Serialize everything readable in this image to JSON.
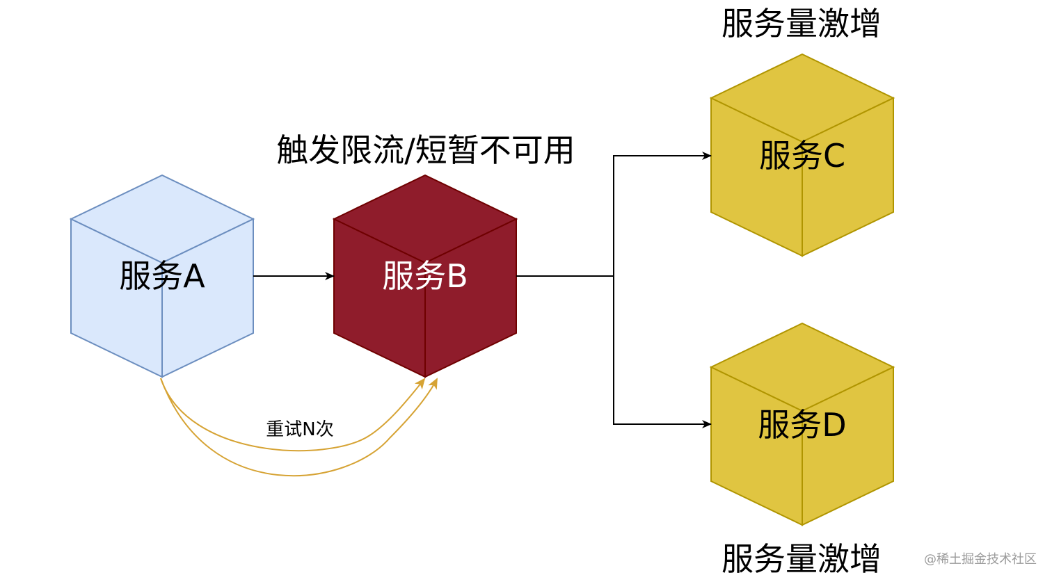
{
  "services": {
    "a": {
      "label": "服务A",
      "face_color": "#dae8fc",
      "edge_color": "#6c8ebf",
      "text_color": "#000000"
    },
    "b": {
      "label": "服务B",
      "face_color": "#8f1c2b",
      "edge_color": "#6f0000",
      "text_color": "#ffffff"
    },
    "c": {
      "label": "服务C",
      "face_color": "#e0c541",
      "edge_color": "#b09500",
      "text_color": "#000000"
    },
    "d": {
      "label": "服务D",
      "face_color": "#e0c541",
      "edge_color": "#b09500",
      "text_color": "#000000"
    }
  },
  "annotations": {
    "b_status": "触发限流/短暂不可用",
    "c_status": "服务量激增",
    "d_status": "服务量激增",
    "retry": "重试N次"
  },
  "colors": {
    "arrow": "#000000",
    "retry_arrow": "#d6a334"
  },
  "watermark": "@稀土掘金技术社区"
}
